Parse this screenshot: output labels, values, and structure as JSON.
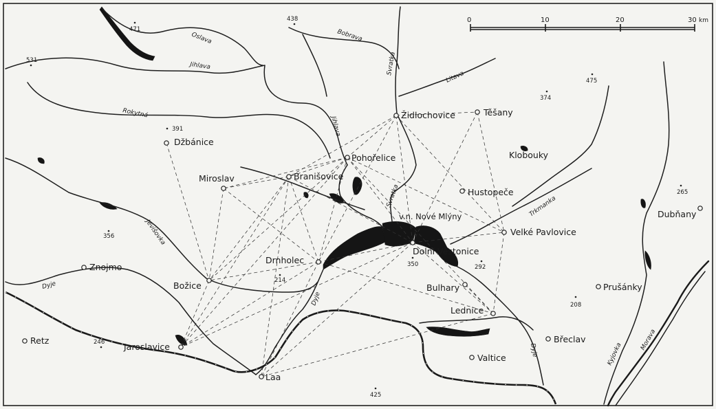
{
  "scale": {
    "labels": [
      "0",
      "10",
      "20",
      "30"
    ],
    "unit": "km"
  },
  "towns": [
    {
      "name": "Židlochovice"
    },
    {
      "name": "Těšany"
    },
    {
      "name": "Pohořelice"
    },
    {
      "name": "Džbánice"
    },
    {
      "name": "Klobouky"
    },
    {
      "name": "Miroslav"
    },
    {
      "name": "Branišovice"
    },
    {
      "name": "Hustopeče"
    },
    {
      "name": "v.n. Nové Mlýny"
    },
    {
      "name": "Velké Pavlovice"
    },
    {
      "name": "Dubňany"
    },
    {
      "name": "Drnholec"
    },
    {
      "name": "Dolní Věstonice"
    },
    {
      "name": "Znojmo"
    },
    {
      "name": "Božice"
    },
    {
      "name": "Bulhary"
    },
    {
      "name": "Prušánky"
    },
    {
      "name": "Lednice"
    },
    {
      "name": "Retz"
    },
    {
      "name": "Jaroslavice"
    },
    {
      "name": "Břeclav"
    },
    {
      "name": "Valtice"
    },
    {
      "name": "Laa"
    }
  ],
  "elevations": [
    "471",
    "438",
    "531",
    "475",
    "374",
    "391",
    "265",
    "356",
    "350",
    "292",
    "214",
    "208",
    "246",
    "425"
  ],
  "rivers": [
    "Oslava",
    "Bobrava",
    "Jihlava",
    "Svratka",
    "Litava",
    "Rokytná",
    "Jihlava",
    "Svratka",
    "Trkmanka",
    "Jevišovka",
    "Dyje",
    "Dyje",
    "Dyje",
    "Kyjovka",
    "Morava"
  ]
}
